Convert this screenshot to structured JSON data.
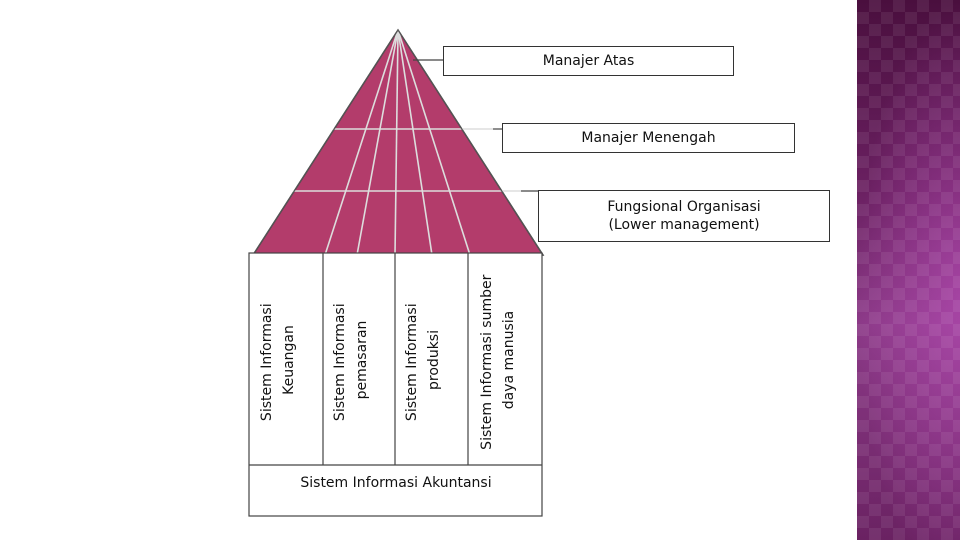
{
  "levels": {
    "top": "Manajer Atas",
    "middle": "Manajer Menengah",
    "lower": "Fungsional Organisasi\n(Lower management)"
  },
  "columns": [
    "Sistem Informasi\nKeuangan",
    "Sistem Informasi\npemasaran",
    "Sistem Informasi\nproduksi",
    "Sistem Informasi sumber\ndaya manusia"
  ],
  "base": "Sistem Informasi Akuntansi",
  "colors": {
    "pyramid_fill": "#b33c6b",
    "pyramid_grid": "#dddddd",
    "side_panel": "#6a2061"
  }
}
